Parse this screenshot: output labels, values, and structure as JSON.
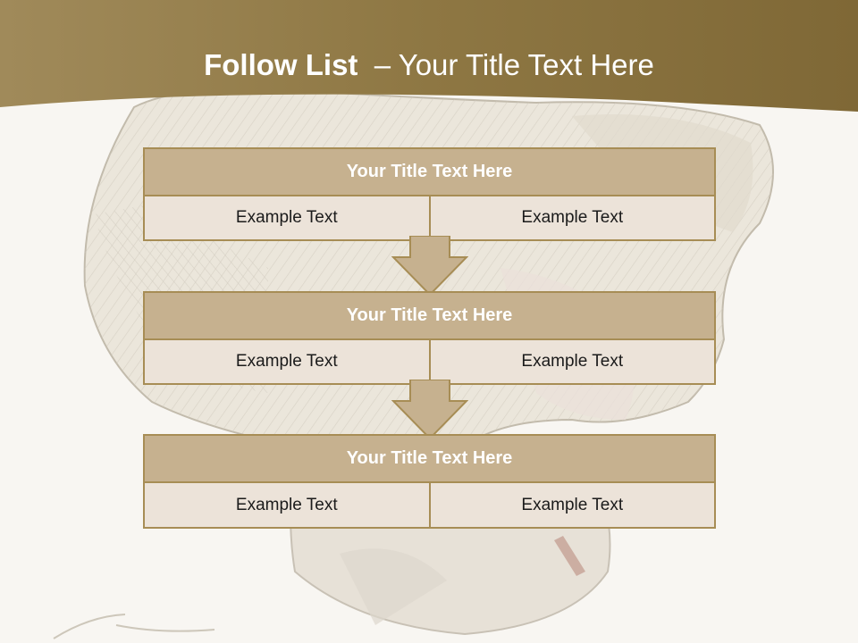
{
  "header": {
    "title_bold": "Follow List",
    "title_rest": "– Your Title Text Here"
  },
  "steps": [
    {
      "title": "Your Title Text Here",
      "left": "Example Text",
      "right": "Example Text"
    },
    {
      "title": "Your Title Text Here",
      "left": "Example Text",
      "right": "Example Text"
    },
    {
      "title": "Your Title Text Here",
      "left": "Example Text",
      "right": "Example Text"
    }
  ],
  "colors": {
    "header_band": "#8c7540",
    "title_fill": "#c6b18f",
    "cell_fill": "#ece3d9",
    "border": "#a78d55"
  }
}
